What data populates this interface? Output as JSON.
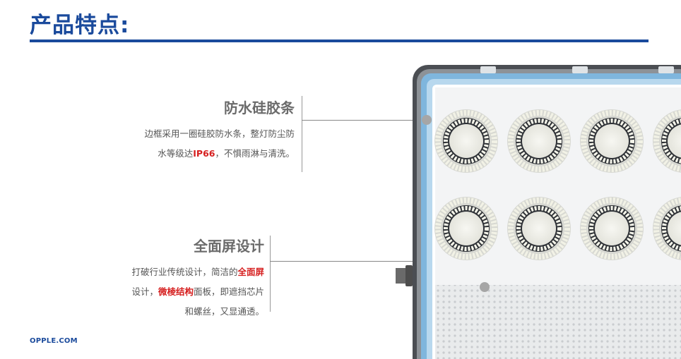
{
  "title": "产品特点:",
  "features": [
    {
      "heading": "防水硅胶条",
      "line1": "边框采用一圈硅胶防水条，整灯防尘防",
      "line2_pre": "水等级达",
      "line2_hl": "IP66",
      "line2_post": "，不惧雨淋与清洗。"
    },
    {
      "heading": "全面屏设计",
      "line1_pre": "打破行业传统设计，简洁的",
      "line1_hl": "全面屏",
      "line2_pre": "设计，",
      "line2_hl": "微棱结构",
      "line2_post": "面板，即遮挡芯片",
      "line3": "和螺丝，又显通透。"
    }
  ],
  "footer": "OPPLE.COM",
  "colors": {
    "brand_blue": "#1a4a9c",
    "highlight_red": "#d62020",
    "heading_gray": "#6b6b6b",
    "seal_blue": "#7fb6dd"
  }
}
